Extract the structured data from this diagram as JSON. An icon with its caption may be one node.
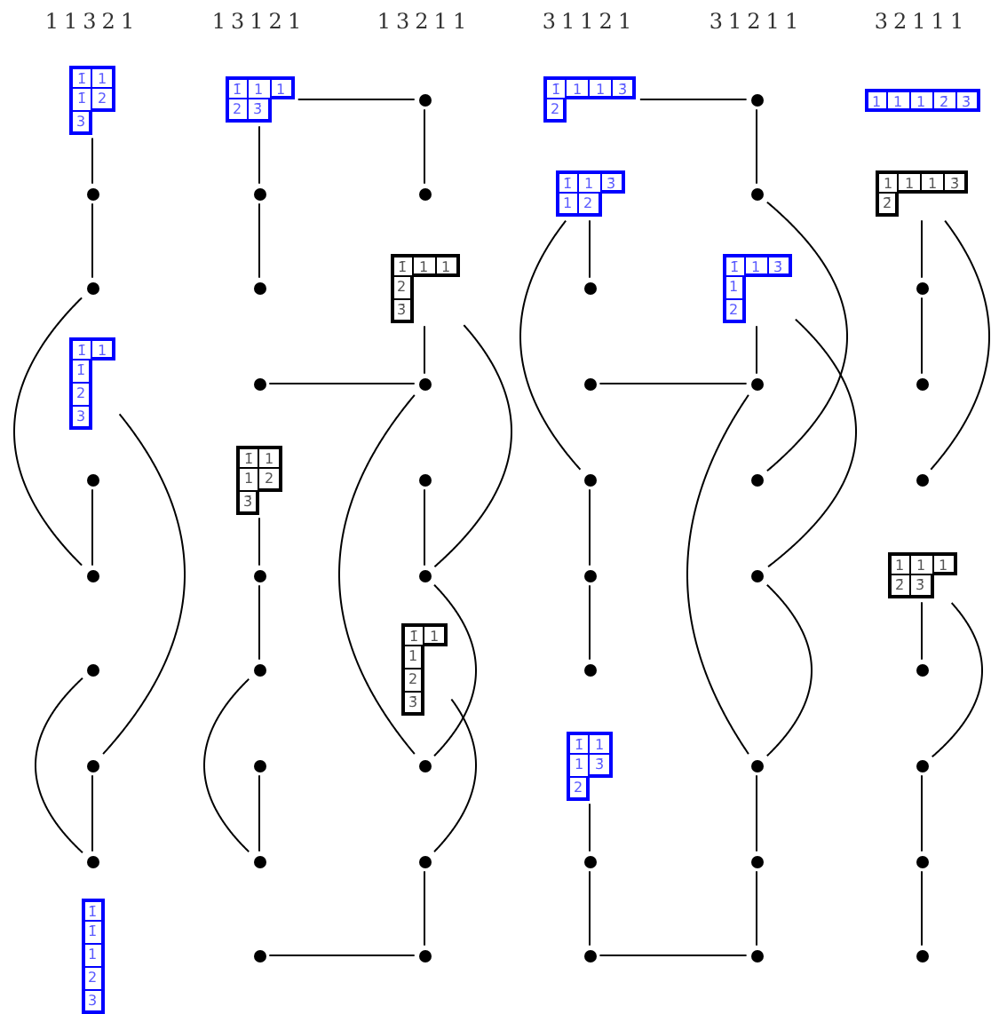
{
  "diagram": {
    "nodes": [
      {
        "text": [
          "1̄",
          "1",
          "1̄",
          "2",
          "3"
        ]
      },
      {
        "text": [
          "1̄",
          "1",
          "1",
          "2",
          "3̄"
        ]
      },
      {
        "text": [],
        "shape": "circle"
      },
      {
        "text": [
          "1̄",
          "1",
          "1",
          "3̄",
          "2"
        ]
      },
      {
        "text": [],
        "shape": "circle"
      },
      {
        "text": [
          "1",
          "1",
          "1",
          "2̄",
          "3̄"
        ]
      },
      {
        "text": [],
        "shape": "circle"
      },
      {
        "text": [],
        "shape": "circle"
      },
      {
        "text": [],
        "shape": "circle"
      },
      {
        "text": [
          "1̄",
          "1",
          "3̄",
          "1",
          "2"
        ]
      },
      {
        "text": [],
        "shape": "circle"
      },
      {
        "text": [
          "1",
          "1",
          "1",
          "3̄",
          "2̄"
        ]
      },
      {
        "text": [],
        "shape": "circle"
      },
      {
        "text": [],
        "shape": "circle"
      },
      {
        "text": [
          "1̄",
          "1",
          "1",
          "2",
          "3̄"
        ]
      },
      {
        "text": [],
        "shape": "circle"
      },
      {
        "text": [
          "1̄",
          "1",
          "3̄",
          "1",
          "2"
        ]
      },
      {
        "text": [],
        "shape": "circle"
      },
      {
        "text": [
          "1̄",
          "1",
          "1̄",
          "2",
          "3"
        ]
      },
      {
        "text": [],
        "shape": "circle"
      },
      {
        "text": [],
        "shape": "circle"
      },
      {
        "text": [],
        "shape": "circle"
      },
      {
        "text": [],
        "shape": "circle"
      },
      {
        "text": [],
        "shape": "circle"
      },
      {
        "text": [],
        "shape": "circle"
      },
      {
        "text": [
          "1̄",
          "1",
          "1",
          "2",
          "3̄"
        ]
      },
      {
        "text": [],
        "shape": "circle"
      },
      {
        "text": [],
        "shape": "circle"
      },
      {
        "text": [],
        "shape": "circle"
      },
      {
        "text": [],
        "shape": "circle"
      },
      {
        "text": [],
        "shape": "circle"
      },
      {
        "text": [],
        "shape": "circle"
      },
      {
        "text": [],
        "shape": "circle"
      },
      {
        "text": [],
        "shape": "circle"
      },
      {
        "text": [],
        "shape": "circle"
      },
      {
        "text": [
          "1",
          "1",
          "1",
          "2̄",
          "3̄"
        ]
      },
      {
        "text": [],
        "shape": "circle"
      },
      {
        "text": [],
        "shape": "circle"
      },
      {
        "text": [
          "1̄",
          "1",
          "1",
          "2",
          "3̄"
        ]
      },
      {
        "text": [],
        "shape": "circle"
      },
      {
        "text": [],
        "shape": "circle"
      },
      {
        "text": [],
        "shape": "circle"
      },
      {
        "text": [],
        "shape": "circle"
      },
      {
        "text": [],
        "shape": "circle"
      },
      {
        "text": [
          "1̄",
          "1",
          "1",
          "3̄",
          "2"
        ]
      },
      {
        "text": [],
        "shape": "circle"
      },
      {
        "text": [],
        "shape": "circle"
      },
      {
        "text": [],
        "shape": "circle"
      },
      {
        "text": [],
        "shape": "circle"
      },
      {
        "text": [],
        "shape": "circle"
      },
      {
        "text": [],
        "shape": "circle"
      },
      {
        "text": [],
        "shape": "circle"
      },
      {
        "text": [],
        "shape": "circle"
      },
      {
        "text": [
          "1̄",
          "1̄",
          "1",
          "2",
          "3"
        ]
      },
      {
        "text": [],
        "shape": "circle"
      },
      {
        "text": [],
        "shape": "circle"
      },
      {
        "text": [],
        "shape": "circle"
      },
      {
        "text": [],
        "shape": "circle"
      },
      {
        "text": [],
        "shape": "circle"
      }
    ],
    "edges": [
      {
        "from": 0,
        "to": 6,
        "arrow": "none"
      },
      {
        "from": 6,
        "to": 12,
        "arrow": "none"
      },
      {
        "from": 12,
        "to": 30,
        "arrow": "none"
      },
      {
        "from": 18,
        "to": 41,
        "arrow": "none"
      },
      {
        "from": 24,
        "to": 30,
        "arrow": "none"
      },
      {
        "from": 36,
        "to": 47,
        "arrow": "none"
      },
      {
        "from": 41,
        "to": 47,
        "arrow": "none"
      },
      {
        "from": 1,
        "to": 2,
        "arrow": "none"
      },
      {
        "from": 1,
        "to": 7,
        "arrow": "none"
      },
      {
        "from": 7,
        "to": 13,
        "arrow": "none"
      },
      {
        "from": 19,
        "to": 20,
        "arrow": "none"
      },
      {
        "from": 25,
        "to": 31,
        "arrow": "none"
      },
      {
        "from": 31,
        "to": 37,
        "arrow": "none"
      },
      {
        "from": 37,
        "to": 48,
        "arrow": "none"
      },
      {
        "from": 42,
        "to": 48,
        "arrow": "none"
      },
      {
        "from": 54,
        "to": 55,
        "arrow": "none"
      },
      {
        "from": 2,
        "to": 8,
        "arrow": "none"
      },
      {
        "from": 14,
        "to": 20,
        "arrow": "none"
      },
      {
        "from": 14,
        "to": 32,
        "arrow": "none"
      },
      {
        "from": 20,
        "to": 43,
        "arrow": "none"
      },
      {
        "from": 26,
        "to": 32,
        "arrow": "none"
      },
      {
        "from": 32,
        "to": 43,
        "arrow": "none"
      },
      {
        "from": 38,
        "to": 49,
        "arrow": "none"
      },
      {
        "from": 49,
        "to": 55,
        "arrow": "none"
      },
      {
        "from": 3,
        "to": 4,
        "arrow": "none"
      },
      {
        "from": 9,
        "to": 15,
        "arrow": "none"
      },
      {
        "from": 9,
        "to": 27,
        "arrow": "none"
      },
      {
        "from": 21,
        "to": 22,
        "arrow": "none"
      },
      {
        "from": 27,
        "to": 33,
        "arrow": "none"
      },
      {
        "from": 33,
        "to": 39,
        "arrow": "none"
      },
      {
        "from": 44,
        "to": 50,
        "arrow": "none"
      },
      {
        "from": 50,
        "to": 56,
        "arrow": "none"
      },
      {
        "from": 56,
        "to": 57,
        "arrow": "none"
      },
      {
        "from": 4,
        "to": 10,
        "arrow": "none"
      },
      {
        "from": 10,
        "to": 28,
        "arrow": "none"
      },
      {
        "from": 16,
        "to": 22,
        "arrow": "none"
      },
      {
        "from": 16,
        "to": 34,
        "arrow": "none"
      },
      {
        "from": 22,
        "to": 45,
        "arrow": "none"
      },
      {
        "from": 34,
        "to": 45,
        "arrow": "none"
      },
      {
        "from": 45,
        "to": 51,
        "arrow": "none"
      },
      {
        "from": 51,
        "to": 57,
        "arrow": "none"
      },
      {
        "from": 11,
        "to": 17,
        "arrow": "none"
      },
      {
        "from": 17,
        "to": 23,
        "arrow": "none"
      },
      {
        "from": 11,
        "to": 29,
        "arrow": "none"
      },
      {
        "from": 35,
        "to": 40,
        "arrow": "none"
      },
      {
        "from": 35,
        "to": 46,
        "arrow": "none"
      },
      {
        "from": 46,
        "to": 52,
        "arrow": "none"
      },
      {
        "from": 52,
        "to": 58,
        "arrow": "none"
      }
    ],
    "labels": [
      "11321",
      "13121",
      "13211",
      "31121",
      "31211",
      "32111"
    ]
  }
}
